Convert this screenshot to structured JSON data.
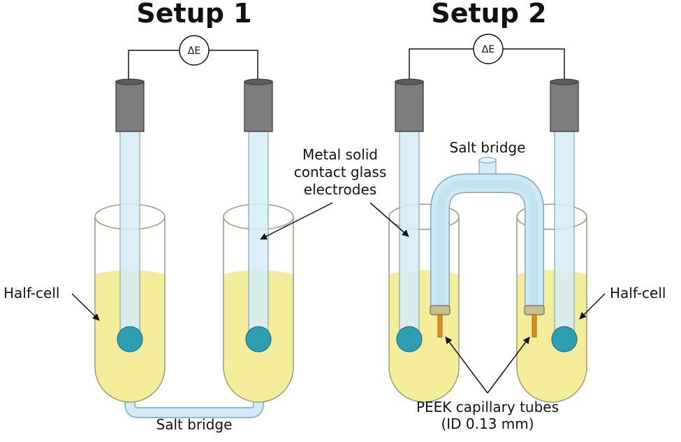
{
  "setups": [
    {
      "title": "Setup 1"
    },
    {
      "title": "Setup 2"
    }
  ],
  "meter_label": "ΔE",
  "labels": {
    "half_cell": "Half-cell",
    "salt_bridge": "Salt bridge",
    "electrodes_line1": "Metal solid",
    "electrodes_line2": "contact glass",
    "electrodes_line3": "electrodes",
    "peek_line1": "PEEK capillary tubes",
    "peek_line2": "(ID 0.13 mm)"
  },
  "colors": {
    "solution": "#f4ee9c",
    "glass_tube": "#d4ecf7",
    "electrode_tip": "#2e9fb3",
    "cap": "#7d7d7d",
    "capillary": "#d9901c",
    "fitting": "#cbbf8a"
  }
}
